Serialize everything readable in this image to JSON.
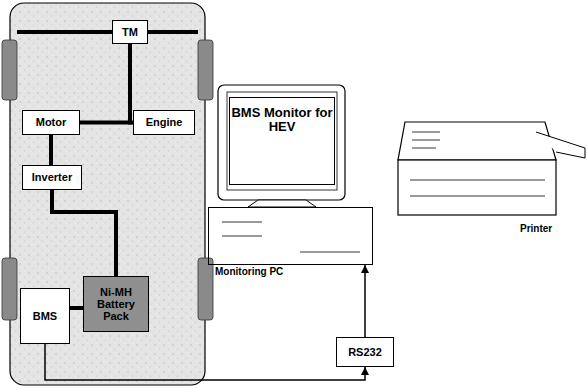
{
  "diagram": {
    "nodes": [
      {
        "text": [
          "TM"
        ]
      },
      {
        "text": [
          "Motor"
        ]
      },
      {
        "text": [
          "Engine"
        ]
      },
      {
        "text": [
          "Inverter"
        ]
      },
      {
        "text": [
          "BMS"
        ]
      },
      {
        "text": [
          "Ni-MH Battery Pack"
        ]
      },
      {
        "text": [
          "BMS Monitor for HEV"
        ]
      },
      {
        "text": [
          "Monitoring PC"
        ]
      },
      {
        "text": [
          "RS232"
        ]
      }
    ],
    "edges": [
      {
        "from": 0,
        "to": 1,
        "arrow": "none"
      },
      {
        "from": 0,
        "to": 2,
        "arrow": "none"
      },
      {
        "from": 1,
        "to": 3,
        "arrow": "none"
      },
      {
        "from": 3,
        "to": 5,
        "arrow": "none"
      },
      {
        "from": 4,
        "to": 5,
        "arrow": "none"
      },
      {
        "from": 4,
        "to": 8,
        "arrow": "to"
      },
      {
        "from": 8,
        "to": 7,
        "arrow": "to"
      }
    ],
    "labels": [
      "Printer"
    ]
  }
}
